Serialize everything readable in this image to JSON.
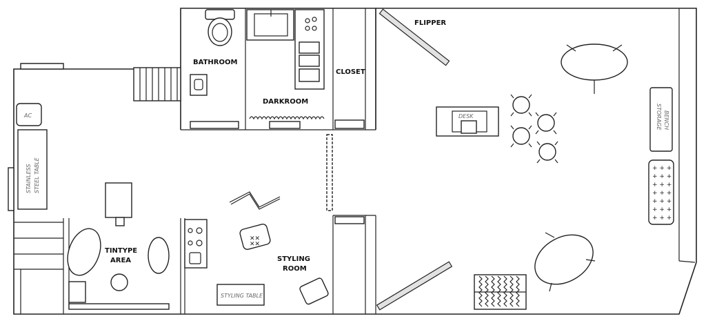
{
  "rooms": {
    "bathroom": "BATHROOM",
    "darkroom": "DARKROOM",
    "closet": "CLOSET",
    "flipper": "FLIPPER",
    "tintype_line1": "TINTYPE",
    "tintype_line2": "AREA",
    "styling_line1": "STYLING",
    "styling_line2": "ROOM"
  },
  "fixtures": {
    "ac": "AC",
    "stainless_line1": "STAINLESS",
    "stainless_line2": "STEEL TABLE",
    "desk": "DESK",
    "storage_line1": "STORAGE",
    "storage_line2": "BENCH",
    "styling_table": "STYLING TABLE"
  }
}
